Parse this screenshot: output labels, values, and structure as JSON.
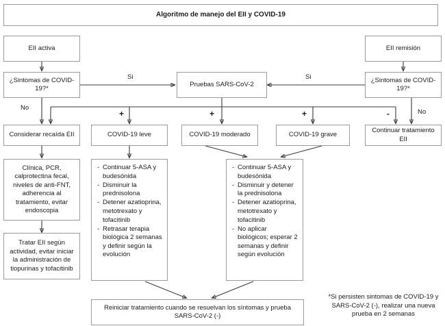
{
  "title": "Algoritmo de manejo del EII y COVID-19",
  "nodes": {
    "eii_activa": "EII activa",
    "eii_remision": "EII remisión",
    "sintomas_izq": "¿Sintomas de COVID-19?*",
    "sintomas_der": "¿Sintomas de COVID-19?*",
    "pruebas": "Pruebas SARS-CoV-2",
    "considerar_recaida": "Considerar recaída EII",
    "covid_leve": "COVID-19 leve",
    "covid_moderado": "COVID-19 moderado",
    "covid_grave": "COVID-19 grave",
    "continuar_tratamiento": "Continuar tratamiento EII",
    "clinica": "Clínica, PCR, calprotectina fecal, niveles de anti-FNT, adherencia al tratamiento, evitar endoscopia",
    "tratar_eii": "Tratar EII según actividad, evitar iniciar la administración de tiopurinas y tofacitinib",
    "reiniciar": "Reiniciar tratamiento cuando se resuelvan los síntomas y prueba SARS-CoV-2 (-)"
  },
  "leve_items": [
    "Continuar 5-ASA y budesónida",
    "Disminuir la prednisolona",
    "Detener azatioprina, metotrexato y tofacitinib",
    "Retrasar terapia biológica 2 semanas y definir según la evolución"
  ],
  "grave_items": [
    "Continuar 5-ASA y budesónida",
    "Disminuir y detener la prednisolona",
    "Detener azatioprina, metotrexato y tofacitinib",
    "No aplicar biológicos; esperar 2 semanas y definir según evolución"
  ],
  "edge_labels": {
    "si_izq": "Si",
    "si_der": "Si",
    "no_izq": "No",
    "no_der": "No",
    "plus_leve": "+",
    "plus_moderado": "+",
    "plus_grave": "+",
    "minus_negativo": "-"
  },
  "footnote": "*Si persisten sintomas de COVID-19 y SARS-CoV-2 (-), realizar una nueva prueba en 2 semanas",
  "colors": {
    "border": "#9a9a9a",
    "wire": "#3a3a3a",
    "text": "#1a1a1a",
    "background": "#ffffff"
  }
}
